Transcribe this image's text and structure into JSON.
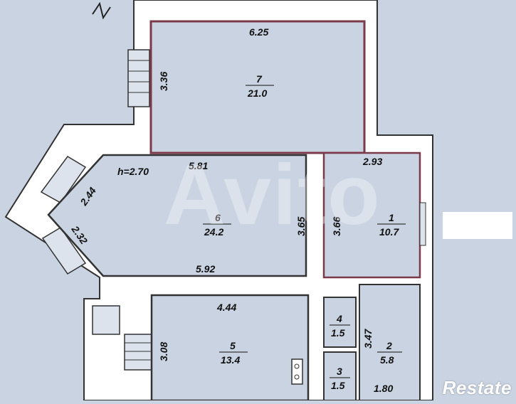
{
  "watermark": "Avito",
  "logo": "Restate",
  "ceiling_height": "h=2.70",
  "rooms": [
    {
      "number": "7",
      "area": "21.0",
      "dims": [
        "6.25",
        "3.36"
      ]
    },
    {
      "number": "6",
      "area": "24.2",
      "dims": [
        "5.81",
        "5.92",
        "3.65",
        "2.44",
        "2.32"
      ]
    },
    {
      "number": "1",
      "area": "10.7",
      "dims": [
        "2.93",
        "3.66"
      ]
    },
    {
      "number": "5",
      "area": "13.4",
      "dims": [
        "4.44",
        "3.08"
      ]
    },
    {
      "number": "4",
      "area": "1.5",
      "dims": []
    },
    {
      "number": "3",
      "area": "1.5",
      "dims": []
    },
    {
      "number": "2",
      "area": "5.8",
      "dims": [
        "3.47",
        "1.80"
      ]
    }
  ],
  "colors": {
    "background": "#c9d3e1",
    "wall": "#ffffff",
    "wall_outline": "#333333",
    "room_outline": "#7a3a4a"
  }
}
